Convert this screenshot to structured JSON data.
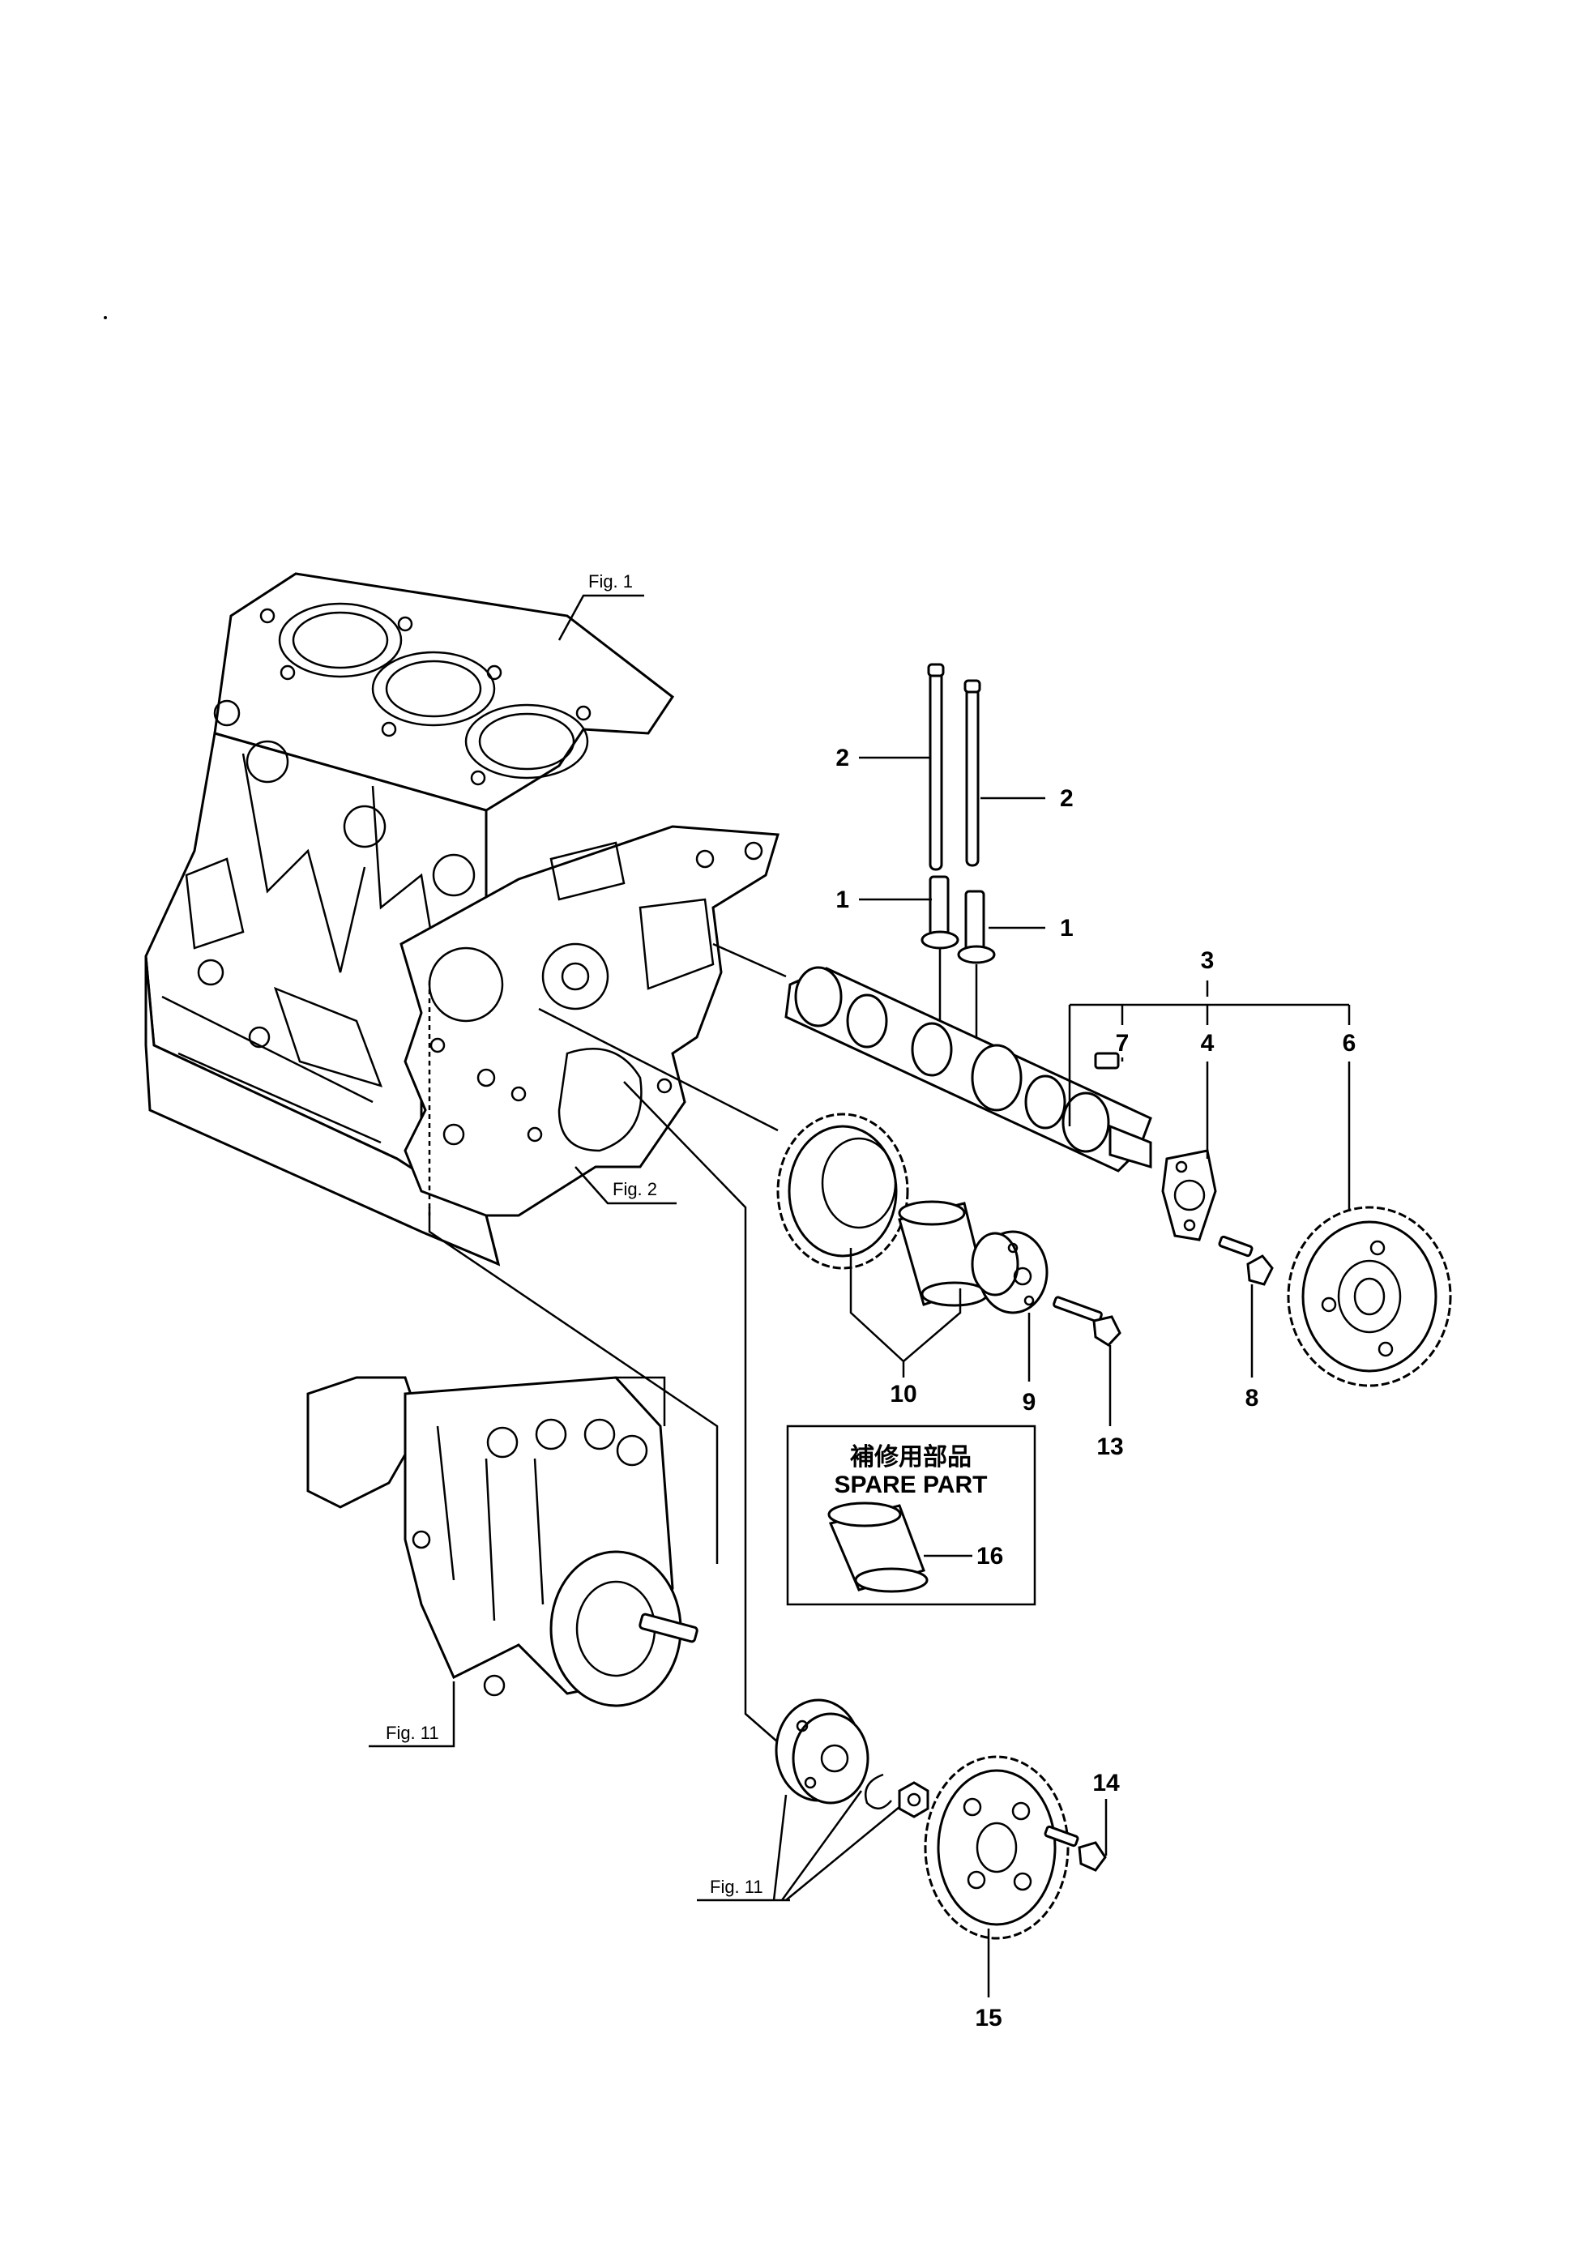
{
  "diagram": {
    "figure_refs": {
      "block": "Fig. 1",
      "gear_case": "Fig. 2",
      "pump": "Fig. 11",
      "pump_parts": "Fig. 11"
    },
    "callouts": {
      "c1a": "1",
      "c1b": "1",
      "c2a": "2",
      "c2b": "2",
      "c3": "3",
      "c4": "4",
      "c6": "6",
      "c7": "7",
      "c8": "8",
      "c9": "9",
      "c10": "10",
      "c13": "13",
      "c14": "14",
      "c15": "15",
      "c16": "16"
    },
    "spare_part": {
      "title_jp": "補修用部品",
      "title_en": "SPARE PART"
    }
  }
}
